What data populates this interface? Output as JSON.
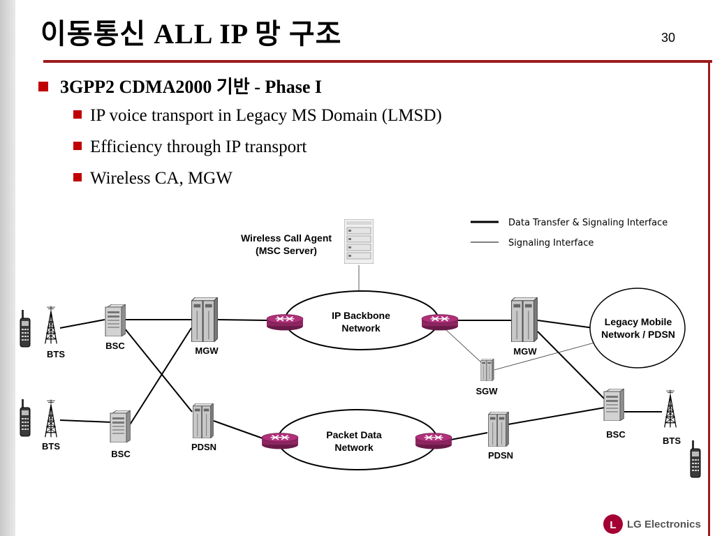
{
  "slide": {
    "title": "이동통신 ALL IP 망 구조",
    "page_number": "30",
    "main_bullet": "3GPP2 CDMA2000 기반 - Phase I",
    "sub_bullets": [
      "IP voice transport in Legacy MS Domain (LMSD)",
      "Efficiency through IP transport",
      "Wireless CA, MGW"
    ]
  },
  "diagram": {
    "call_agent": [
      "Wireless Call Agent",
      "(MSC Server)"
    ],
    "ip_backbone": [
      "IP Backbone",
      "Network"
    ],
    "packet_data": [
      "Packet Data",
      "Network"
    ],
    "legacy": [
      "Legacy Mobile",
      "Network / PDSN"
    ],
    "labels": {
      "bts": "BTS",
      "bsc": "BSC",
      "mgw": "MGW",
      "pdsn": "PDSN",
      "sgw": "SGW"
    },
    "legend": {
      "thick": "Data Transfer & Signaling Interface",
      "thin": "Signaling Interface"
    }
  },
  "footer": {
    "logo_text": "LG Electronics",
    "logo_mark": "L",
    "brand_color": "#a50034"
  },
  "colors": {
    "accent_red": "#c00000",
    "rule_red": "#9c1b1f",
    "router_purple": "#b0307a"
  }
}
